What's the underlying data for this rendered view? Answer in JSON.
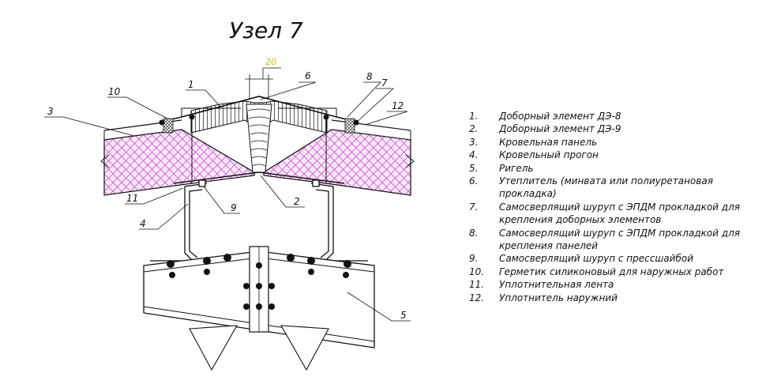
{
  "title": "Узел 7",
  "dimension": {
    "value": "20"
  },
  "callouts": {
    "c1": "1",
    "c2": "2",
    "c3": "3",
    "c4": "4",
    "c5": "5",
    "c6": "6",
    "c7": "7",
    "c8": "8",
    "c9": "9",
    "c10": "10",
    "c11": "11",
    "c12": "12"
  },
  "legend": [
    {
      "num": "1.",
      "text": "Доборный элемент ДЭ-8"
    },
    {
      "num": "2.",
      "text": "Доборный элемент ДЭ-9"
    },
    {
      "num": "3.",
      "text": "Кровельная панель"
    },
    {
      "num": "4.",
      "text": "Кровельный прогон"
    },
    {
      "num": "5.",
      "text": "Ригель"
    },
    {
      "num": "6.",
      "text": "Утеплитель (минвата или полиуретановая прокладка)"
    },
    {
      "num": "7.",
      "text": "Самосверлящий шуруп с ЭПДМ прокладкой для крепления доборных элементов"
    },
    {
      "num": "8.",
      "text": "Самосверлящий шуруп с ЭПДМ прокладкой для крепления панелей"
    },
    {
      "num": "9.",
      "text": "Самосверлящий шуруп с прессшайбой"
    },
    {
      "num": "10.",
      "text": "Герметик силиконовый для наружных работ"
    },
    {
      "num": "11.",
      "text": "Уплотнительная лента"
    },
    {
      "num": "12.",
      "text": "Уплотнитель наружний"
    }
  ],
  "colors": {
    "panel_core": "#fbe6fb",
    "panel_hatch": "#c040c0",
    "line": "#111111",
    "dimension": "#d4b400"
  }
}
